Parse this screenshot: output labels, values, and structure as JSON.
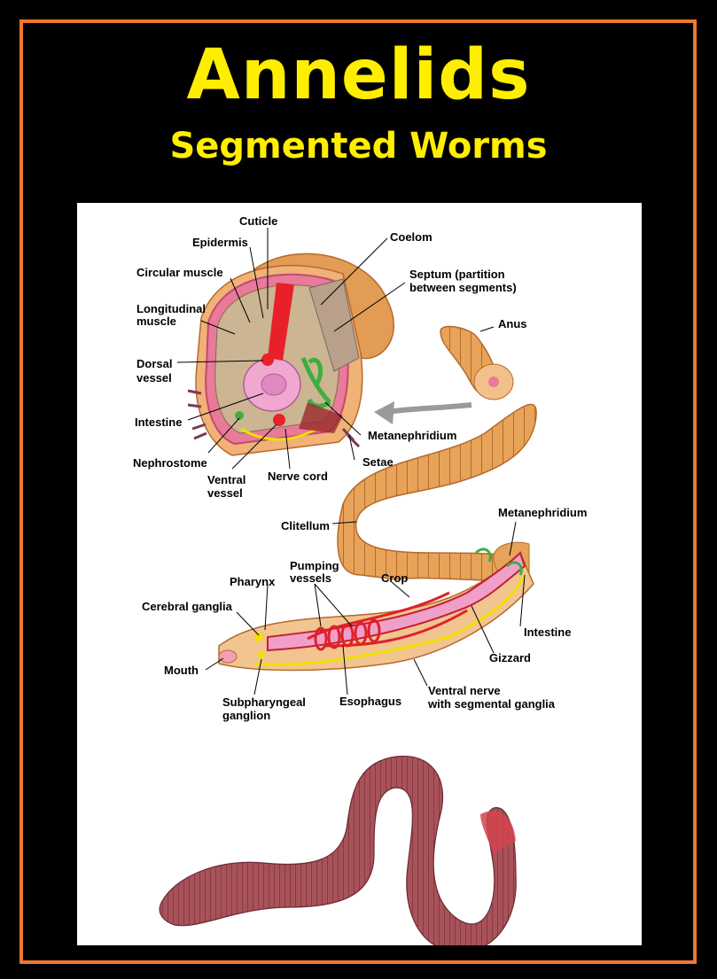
{
  "title": "Annelids",
  "subtitle": "Segmented Worms",
  "colors": {
    "background": "#000000",
    "border": "#f0772e",
    "title": "#ffee00",
    "panel": "#ffffff",
    "worm_body": "#e8a35a",
    "vessel": "#e0202a",
    "nerve": "#f2e000",
    "nephridium": "#3fae3f"
  },
  "labels": {
    "cuticle": "Cuticle",
    "epidermis": "Epidermis",
    "circular_muscle": "Circular muscle",
    "longitudinal_muscle_1": "Longitudinal",
    "longitudinal_muscle_2": "muscle",
    "dorsal_vessel_1": "Dorsal",
    "dorsal_vessel_2": "vessel",
    "intestine_cross": "Intestine",
    "nephrostome": "Nephrostome",
    "ventral_vessel_1": "Ventral",
    "ventral_vessel_2": "vessel",
    "nerve_cord": "Nerve cord",
    "coelom": "Coelom",
    "septum_1": "Septum (partition",
    "septum_2": "between segments)",
    "anus": "Anus",
    "metanephridium_cross": "Metanephridium",
    "setae": "Setae",
    "clitellum": "Clitellum",
    "metanephridium_body": "Metanephridium",
    "pharynx": "Pharynx",
    "pumping_1": "Pumping",
    "pumping_2": "vessels",
    "crop": "Crop",
    "cerebral_ganglia": "Cerebral ganglia",
    "intestine_body": "Intestine",
    "mouth": "Mouth",
    "gizzard": "Gizzard",
    "subpharyngeal_1": "Subpharyngeal",
    "subpharyngeal_2": "ganglion",
    "esophagus": "Esophagus",
    "ventral_nerve_1": "Ventral nerve",
    "ventral_nerve_2": "with segmental ganglia"
  }
}
